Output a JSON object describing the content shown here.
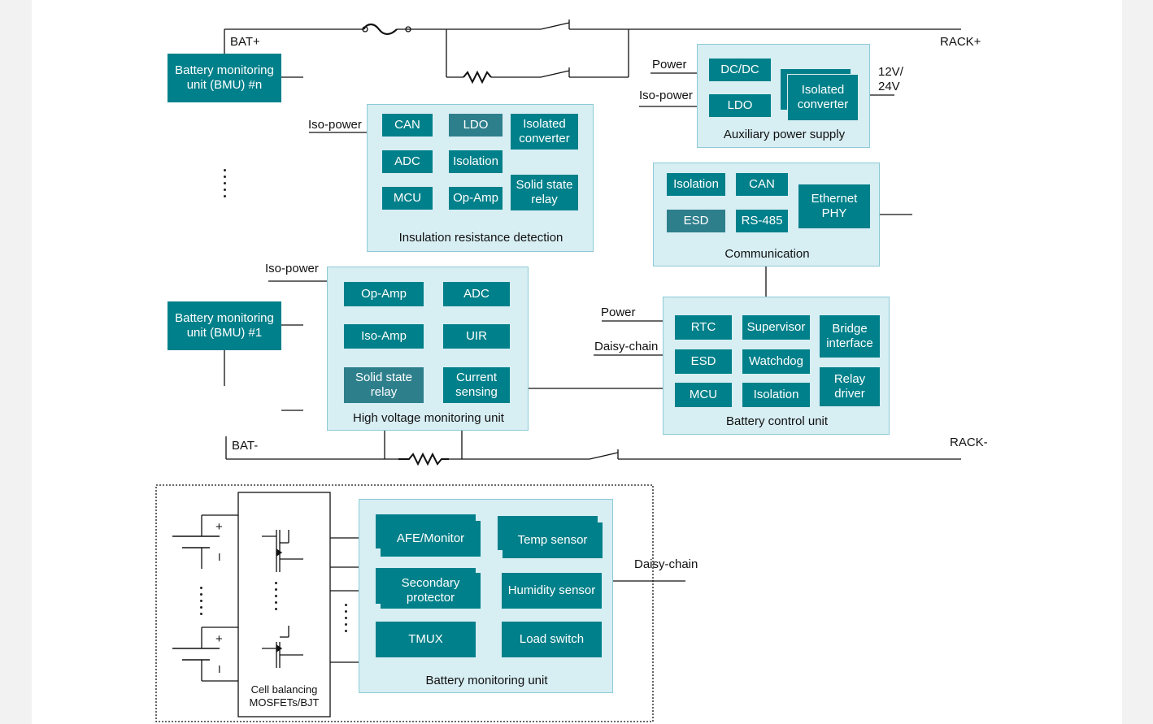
{
  "terminals": {
    "bat_plus": "BAT+",
    "bat_minus": "BAT-",
    "rack_plus": "RACK+",
    "rack_minus": "RACK-"
  },
  "bmu_n": "Battery monitoring\nunit (BMU) #n",
  "bmu_1": "Battery monitoring\nunit (BMU) #1",
  "insulation": {
    "title": "Insulation resistance detection",
    "iso_power": "Iso-power",
    "blocks": {
      "can": "CAN",
      "ldo": "LDO",
      "iso_conv": "Isolated\nconverter",
      "adc": "ADC",
      "isolation": "Isolation",
      "mcu": "MCU",
      "op_amp": "Op-Amp",
      "ssr": "Solid state\nrelay"
    }
  },
  "aux": {
    "title": "Auxiliary power supply",
    "power": "Power",
    "iso_power": "Iso-power",
    "out": "12V/\n24V",
    "blocks": {
      "dcdc": "DC/DC",
      "ldo": "LDO",
      "iso_conv": "Isolated\nconverter"
    }
  },
  "comm": {
    "title": "Communication",
    "blocks": {
      "isolation": "Isolation",
      "can": "CAN",
      "eth": "Ethernet\nPHY",
      "esd": "ESD",
      "rs485": "RS-485"
    }
  },
  "hv": {
    "title": "High voltage monitoring unit",
    "iso_power": "Iso-power",
    "blocks": {
      "op_amp": "Op-Amp",
      "adc": "ADC",
      "iso_amp": "Iso-Amp",
      "uir": "UIR",
      "ssr": "Solid state\nrelay",
      "current": "Current\nsensing"
    }
  },
  "bcu": {
    "title": "Battery control unit",
    "power": "Power",
    "daisy": "Daisy-chain",
    "blocks": {
      "rtc": "RTC",
      "supervisor": "Supervisor",
      "bridge": "Bridge\ninterface",
      "esd": "ESD",
      "watchdog": "Watchdog",
      "relay": "Relay\ndriver",
      "mcu": "MCU",
      "isolation": "Isolation"
    }
  },
  "bmu": {
    "title": "Battery monitoring unit",
    "daisy": "Daisy-chain",
    "blocks": {
      "afe": "AFE/Monitor",
      "temp": "Temp sensor",
      "secondary": "Secondary\nprotector",
      "humidity": "Humidity sensor",
      "tmux": "TMUX",
      "load": "Load switch"
    }
  },
  "cell": {
    "label": "Cell balancing\nMOSFETs/BJT",
    "plus": "+",
    "minus": "I"
  },
  "colors": {
    "block": "#00808a",
    "block_dark": "#2e7f8c",
    "panel": "#d7eef3",
    "panel_border": "#8ccbd6",
    "wire": "#111111"
  }
}
